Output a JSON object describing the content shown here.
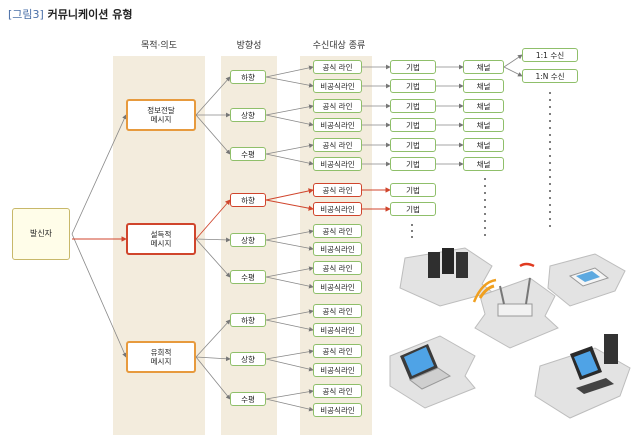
{
  "title": {
    "tag": "[그림3]",
    "text": "커뮤니케이션 유형"
  },
  "headers": {
    "purpose": "목적·의도",
    "direction": "방향성",
    "receiver": "수신대상 종류"
  },
  "sender": "발신자",
  "messages": [
    {
      "line1": "정보전달",
      "line2": "메시지"
    },
    {
      "line1": "설득적",
      "line2": "메시지"
    },
    {
      "line1": "유희적",
      "line2": "메시지"
    }
  ],
  "directions": [
    "하향",
    "상향",
    "수평"
  ],
  "channel_types": {
    "official": "공식 라인",
    "unofficial": "비공식라인"
  },
  "technique": "기법",
  "channel": "채널",
  "reception": {
    "one_to_one": "1:1 수신",
    "one_to_n": "1:N 수신"
  }
}
